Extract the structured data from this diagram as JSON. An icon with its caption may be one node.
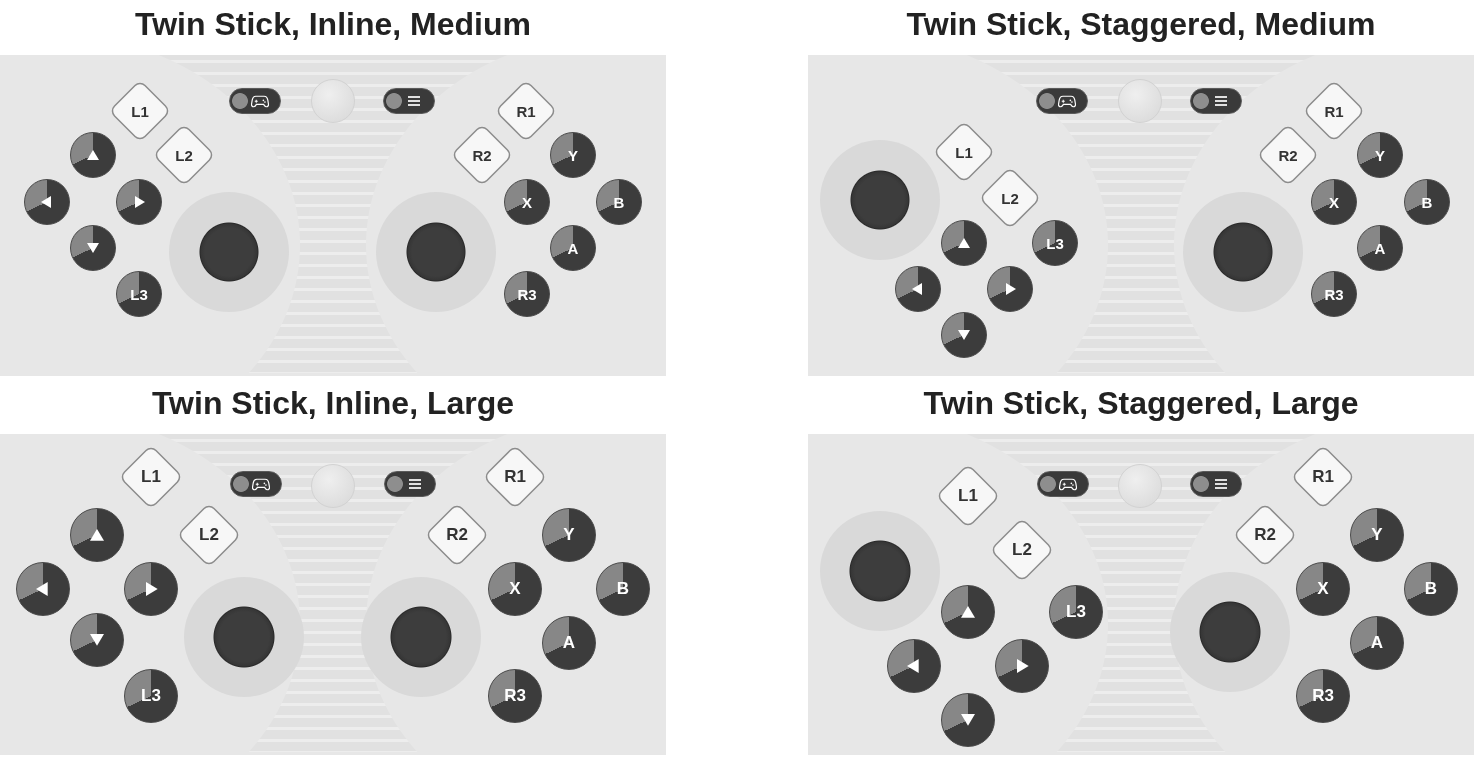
{
  "diagram": {
    "nodes": [
      {
        "text": [
          "Twin Stick, Inline, Medium"
        ]
      },
      {
        "text": [
          "L1"
        ],
        "in": 0
      },
      {
        "text": [],
        "shape": "box",
        "in": 0
      },
      {
        "text": [],
        "shape": "circle",
        "in": 0
      },
      {
        "text": [],
        "shape": "box",
        "in": 0
      },
      {
        "text": [
          "R1"
        ],
        "in": 0
      },
      {
        "text": [],
        "shape": "circle",
        "in": 0
      },
      {
        "text": [
          "L2"
        ],
        "in": 0
      },
      {
        "text": [
          "R2"
        ],
        "in": 0
      },
      {
        "text": [
          "Y"
        ],
        "in": 0
      },
      {
        "text": [],
        "shape": "circle",
        "in": 0
      },
      {
        "text": [],
        "shape": "circle",
        "in": 0
      },
      {
        "text": [
          "X"
        ],
        "in": 0
      },
      {
        "text": [
          "B"
        ],
        "in": 0
      },
      {
        "text": [],
        "shape": "circle",
        "in": 0
      },
      {
        "text": [],
        "shape": "circle",
        "in": 0
      },
      {
        "text": [],
        "shape": "circle",
        "in": 0
      },
      {
        "text": [
          "A"
        ],
        "in": 0
      },
      {
        "text": [
          "L3"
        ],
        "in": 0
      },
      {
        "text": [
          "R3"
        ],
        "in": 0
      },
      {
        "text": [
          "Twin Stick, Staggered, Medium"
        ]
      },
      {
        "text": [],
        "shape": "box",
        "in": 20
      },
      {
        "text": [],
        "shape": "circle",
        "in": 20
      },
      {
        "text": [],
        "shape": "box",
        "in": 20
      },
      {
        "text": [
          "R1"
        ],
        "in": 20
      },
      {
        "text": [
          "L1"
        ],
        "in": 20
      },
      {
        "text": [
          "R2"
        ],
        "in": 20
      },
      {
        "text": [
          "Y"
        ],
        "in": 20
      },
      {
        "text": [],
        "shape": "circle",
        "in": 20
      },
      {
        "text": [
          "L2"
        ],
        "in": 20
      },
      {
        "text": [
          "X"
        ],
        "in": 20
      },
      {
        "text": [
          "B"
        ],
        "in": 20
      },
      {
        "text": [],
        "shape": "circle",
        "in": 20
      },
      {
        "text": [
          "L3"
        ],
        "in": 20
      },
      {
        "text": [],
        "shape": "circle",
        "in": 20
      },
      {
        "text": [
          "A"
        ],
        "in": 20
      },
      {
        "text": [],
        "shape": "circle",
        "in": 20
      },
      {
        "text": [],
        "shape": "circle",
        "in": 20
      },
      {
        "text": [
          "R3"
        ],
        "in": 20
      },
      {
        "text": [],
        "shape": "circle",
        "in": 20
      },
      {
        "text": [
          "Twin Stick, Inline, Large"
        ]
      },
      {
        "text": [
          "L1"
        ],
        "in": 40
      },
      {
        "text": [],
        "shape": "box",
        "in": 40
      },
      {
        "text": [],
        "shape": "circle",
        "in": 40
      },
      {
        "text": [],
        "shape": "box",
        "in": 40
      },
      {
        "text": [
          "R1"
        ],
        "in": 40
      },
      {
        "text": [],
        "shape": "circle",
        "in": 40
      },
      {
        "text": [
          "L2"
        ],
        "in": 40
      },
      {
        "text": [
          "R2"
        ],
        "in": 40
      },
      {
        "text": [
          "Y"
        ],
        "in": 40
      },
      {
        "text": [],
        "shape": "circle",
        "in": 40
      },
      {
        "text": [],
        "shape": "circle",
        "in": 40
      },
      {
        "text": [
          "X"
        ],
        "in": 40
      },
      {
        "text": [
          "B"
        ],
        "in": 40
      },
      {
        "text": [],
        "shape": "circle",
        "in": 40
      },
      {
        "text": [],
        "shape": "circle",
        "in": 40
      },
      {
        "text": [],
        "shape": "circle",
        "in": 40
      },
      {
        "text": [
          "A"
        ],
        "in": 40
      },
      {
        "text": [
          "L3"
        ],
        "in": 40
      },
      {
        "text": [
          "R3"
        ],
        "in": 40
      },
      {
        "text": [
          "Twin Stick, Staggered, Large"
        ]
      },
      {
        "text": [],
        "shape": "box",
        "in": 60
      },
      {
        "text": [],
        "shape": "circle",
        "in": 60
      },
      {
        "text": [],
        "shape": "box",
        "in": 60
      },
      {
        "text": [
          "R1"
        ],
        "in": 60
      },
      {
        "text": [
          "L1"
        ],
        "in": 60
      },
      {
        "text": [
          "R2"
        ],
        "in": 60
      },
      {
        "text": [
          "Y"
        ],
        "in": 60
      },
      {
        "text": [],
        "shape": "circle",
        "in": 60
      },
      {
        "text": [
          "L2"
        ],
        "in": 60
      },
      {
        "text": [
          "X"
        ],
        "in": 60
      },
      {
        "text": [
          "B"
        ],
        "in": 60
      },
      {
        "text": [],
        "shape": "circle",
        "in": 60
      },
      {
        "text": [
          "L3"
        ],
        "in": 60
      },
      {
        "text": [],
        "shape": "circle",
        "in": 60
      },
      {
        "text": [
          "A"
        ],
        "in": 60
      },
      {
        "text": [],
        "shape": "circle",
        "in": 60
      },
      {
        "text": [],
        "shape": "circle",
        "in": 60
      },
      {
        "text": [
          "R3"
        ],
        "in": 60
      },
      {
        "text": [],
        "shape": "circle",
        "in": 60
      }
    ]
  }
}
